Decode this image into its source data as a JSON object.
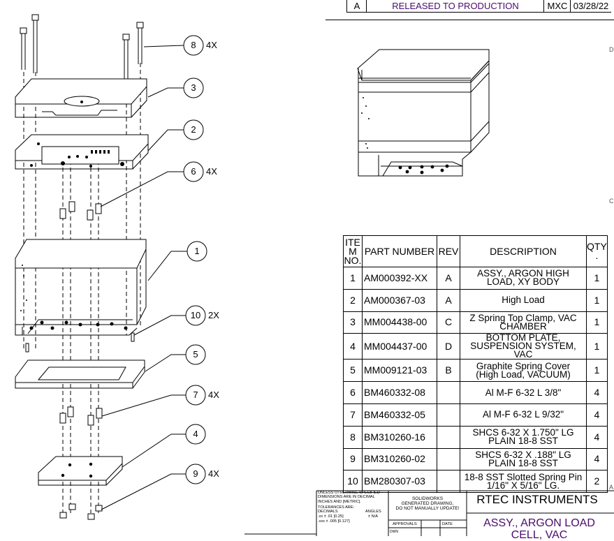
{
  "revision": {
    "rev": "A",
    "description": "RELEASED TO PRODUCTION",
    "by": "MXC",
    "date": "03/28/22"
  },
  "balloons": [
    {
      "num": "8",
      "qty": "4X"
    },
    {
      "num": "3",
      "qty": ""
    },
    {
      "num": "2",
      "qty": ""
    },
    {
      "num": "6",
      "qty": "4X"
    },
    {
      "num": "1",
      "qty": ""
    },
    {
      "num": "10",
      "qty": "2X"
    },
    {
      "num": "5",
      "qty": ""
    },
    {
      "num": "7",
      "qty": "4X"
    },
    {
      "num": "4",
      "qty": ""
    },
    {
      "num": "9",
      "qty": "4X"
    }
  ],
  "bom": {
    "headers": {
      "item_l1": "ITE",
      "item_l2": "M",
      "item_l3": "NO.",
      "part": "PART NUMBER",
      "rev": "REV",
      "desc": "DESCRIPTION",
      "qty_l1": "QTY",
      "qty_l2": "."
    },
    "rows": [
      {
        "item": "1",
        "part": "AM000392-XX",
        "rev": "A",
        "d1": "ASSY., ARGON HIGH",
        "d2": "LOAD, XY BODY",
        "qty": "1"
      },
      {
        "item": "2",
        "part": "AM000367-03",
        "rev": "A",
        "d1": "High Load",
        "d2": "",
        "qty": "1"
      },
      {
        "item": "3",
        "part": "MM004438-00",
        "rev": "C",
        "d1": "Z Spring Top Clamp, VAC",
        "d2": "CHAMBER",
        "qty": "1"
      },
      {
        "item": "4",
        "part": "MM004437-00",
        "rev": "D",
        "d1": "BOTTOM PLATE,",
        "d2": "SUSPENSION SYSTEM, VAC",
        "qty": "1"
      },
      {
        "item": "5",
        "part": "MM009121-03",
        "rev": "B",
        "d1": "Graphite Spring Cover",
        "d2": "(High Load, VACUUM)",
        "qty": "1"
      },
      {
        "item": "6",
        "part": "BM460332-08",
        "rev": "",
        "d1": "Al M-F 6-32 L 3/8\"",
        "d2": "",
        "qty": "4"
      },
      {
        "item": "7",
        "part": "BM460332-05",
        "rev": "",
        "d1": "Al M-F 6-32 L 9/32\"",
        "d2": "",
        "qty": "4"
      },
      {
        "item": "8",
        "part": "BM310260-16",
        "rev": "",
        "d1": "SHCS 6-32 X 1.750\" LG",
        "d2": "PLAIN 18-8 SST",
        "qty": "4"
      },
      {
        "item": "9",
        "part": "BM310260-02",
        "rev": "",
        "d1": "SHCS 6-32 X .188\" LG",
        "d2": "PLAIN 18-8 SST",
        "qty": "4"
      },
      {
        "item": "10",
        "part": "BM280307-03",
        "rev": "",
        "d1": "18-8 SST Slotted Spring Pin",
        "d2": "1/16\" X 5/16\" LG.",
        "qty": "2"
      }
    ]
  },
  "title_block": {
    "notes": [
      "UNLESS OTHERWISE SPECIFIED",
      "DIMENSIONS ARE IN DECIMAL",
      "INCHES AND [METRIC].",
      "TOLERANCES ARE:"
    ],
    "decimals_label": "DECIMALS",
    "angles_label": "ANGLES",
    "tol_xx": ".xx ± .01 [0.25]",
    "tol_angle": "± N/A",
    "tol_xxx": ".xxx ± .005 [0.127]",
    "sw_note": [
      "SOLIDWORKS",
      "GENERATED DRAWING,",
      "DO NOT MANUALLY UPDATE!"
    ],
    "approvals": "APPROVALS",
    "date": "DATE",
    "dwn": "DWN",
    "company": "RTEC INSTRUMENTS",
    "title_l1": "ASSY., ARGON LOAD",
    "title_l2": "CELL, VAC"
  },
  "edge_marks": [
    "D",
    "C",
    "A"
  ]
}
